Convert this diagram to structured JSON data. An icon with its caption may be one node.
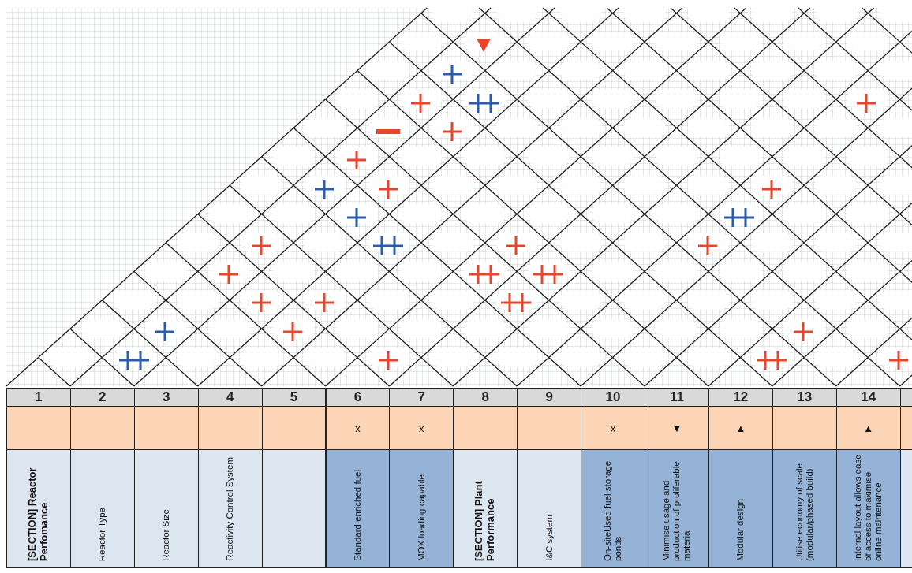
{
  "diagram": {
    "labels": [
      "1",
      "2",
      "3",
      "4",
      "5",
      "6",
      "7",
      "8",
      "9",
      "10",
      "11",
      "12",
      "13",
      "14",
      "x",
      "x",
      "x",
      "▼",
      "▲",
      "▲",
      "[SECTION] Reactor Perfomance",
      "Reactor Type",
      "Reactor Size",
      "Reactivity Control System",
      "Standard enriched fuel",
      "MOX loading capable",
      "[SECTION] Plant Performance",
      "I&C system",
      "On-siteUsed fuel storage ponds",
      "Minimise usage and production of proliferable material",
      "Modular design",
      "Utilise economy of scale (modular/phased build)",
      "Internal layout allows ease of access to maximise online maintenance"
    ]
  }
}
